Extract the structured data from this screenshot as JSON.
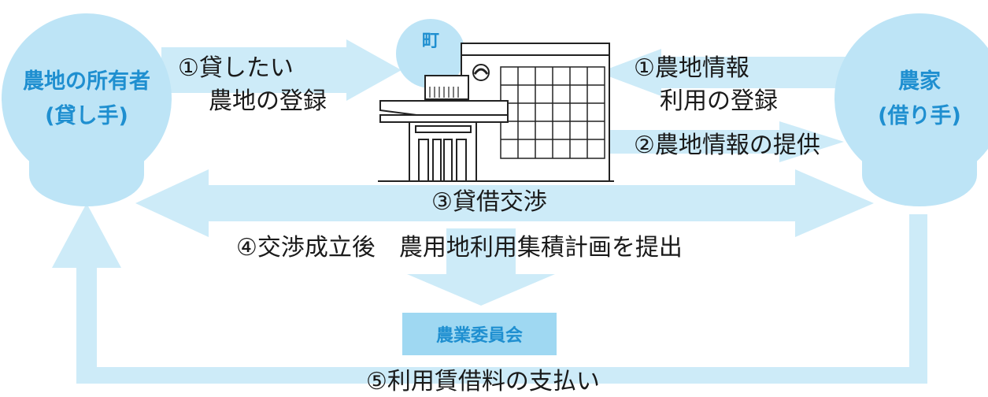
{
  "nodes": {
    "owner": {
      "line1": "農地の所有者",
      "line2": "(貸し手)"
    },
    "farmer": {
      "line1": "農家",
      "line2": "(借り手)"
    },
    "town": {
      "label": "町"
    },
    "committee": {
      "label": "農業委員会"
    }
  },
  "steps": {
    "s1_owner_line1": "①貸したい",
    "s1_owner_line2": "農地の登録",
    "s1_farmer_line1": "①農地情報",
    "s1_farmer_line2": "利用の登録",
    "s2": "②農地情報の提供",
    "s3": "③貸借交渉",
    "s4": "④交渉成立後　農用地利用集積計画を提出",
    "s5": "⑤利用賃借料の支払い"
  },
  "colors": {
    "arrow": "#cdebf8",
    "circle": "#bde4f6",
    "accent": "#1f8fd0",
    "committee_box": "#9fd8f2"
  }
}
